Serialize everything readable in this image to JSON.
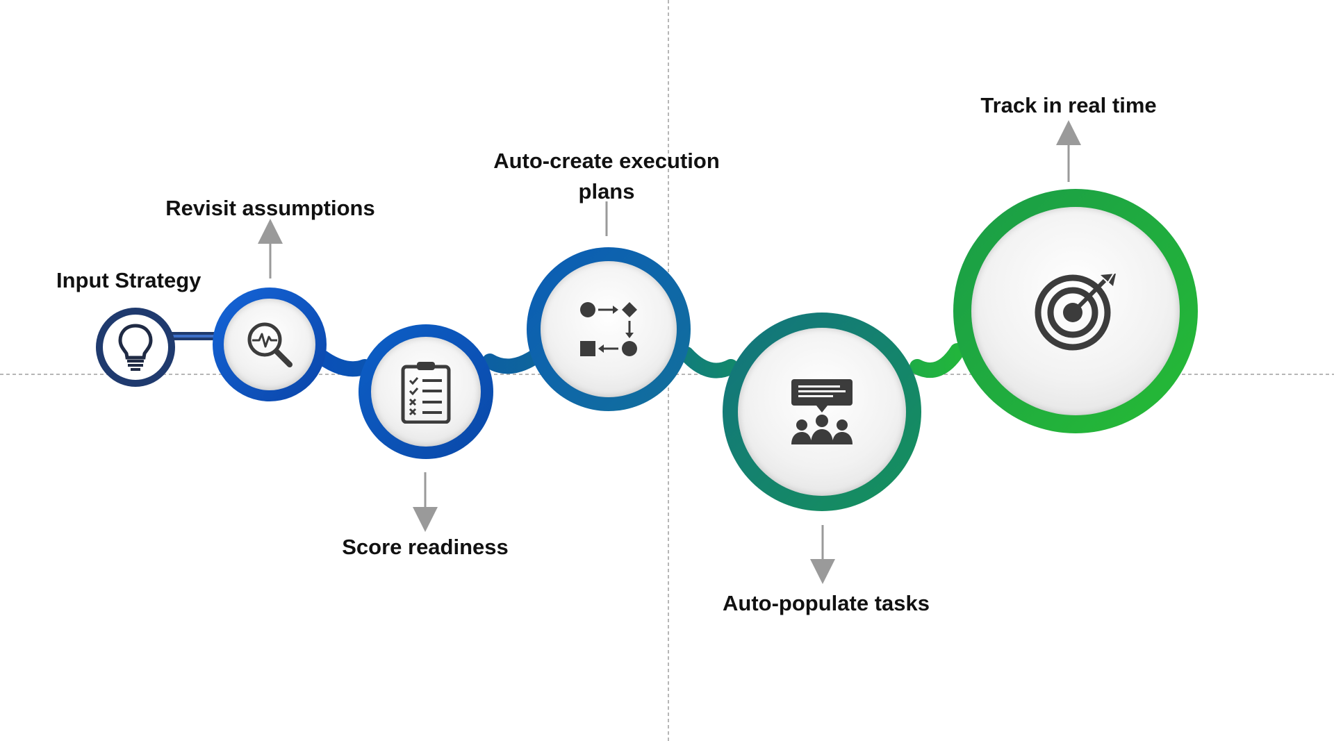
{
  "diagram": {
    "steps": [
      {
        "label": "Input Strategy",
        "icon": "lightbulb-icon"
      },
      {
        "label": "Revisit assumptions",
        "icon": "magnifier-pulse-icon"
      },
      {
        "label": "Score readiness",
        "icon": "clipboard-checklist-icon"
      },
      {
        "label": "Auto-create execution plans",
        "icon": "process-flow-icon"
      },
      {
        "label": "Auto-populate tasks",
        "icon": "team-discussion-icon"
      },
      {
        "label": "Track in real time",
        "icon": "target-icon"
      }
    ],
    "colors": {
      "navy": "#1f3a6e",
      "blue": "#0a4fb8",
      "teal": "#0f6b93",
      "green_teal": "#138f62",
      "green": "#22b53c",
      "arrow": "#9a9a9a",
      "guide": "#9e9e9e",
      "icon": "#3c3c3c"
    }
  }
}
